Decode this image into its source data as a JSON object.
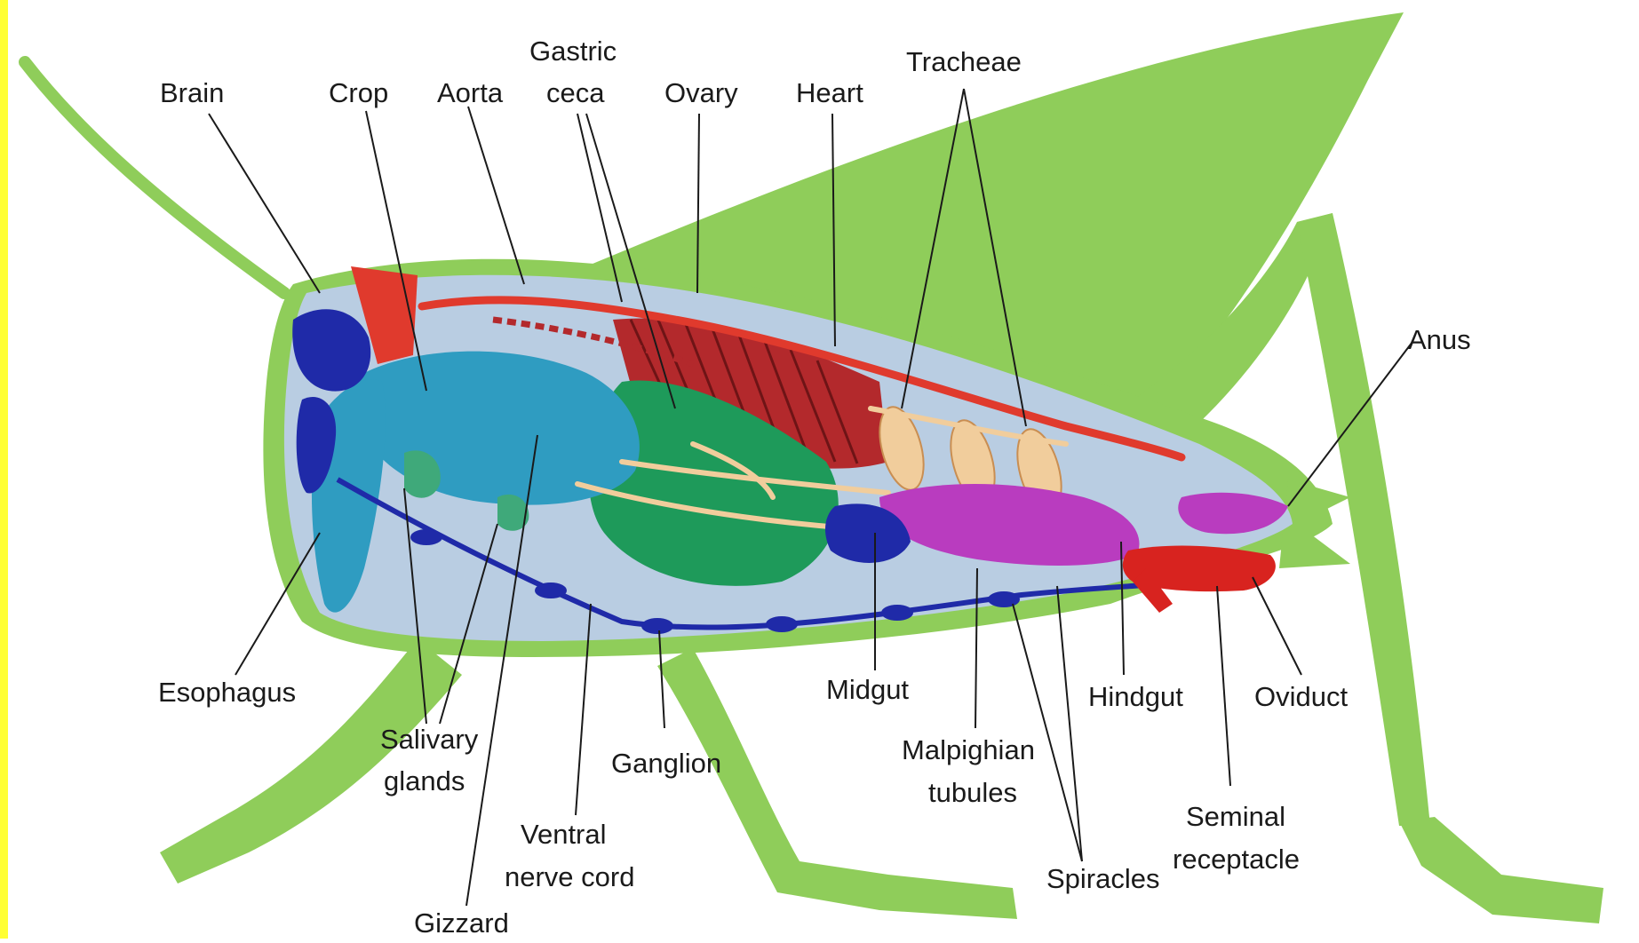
{
  "colors": {
    "background": "#ffffff",
    "left_edge": "#ffff33",
    "silhouette": "#8fcd5a",
    "body_cavity": "#b9cde2",
    "nervous_system": "#1f2aa8",
    "crop": "#2f9cc1",
    "gastric_ceca": "#1e9a5a",
    "muscle": "#b3292c",
    "aorta": "#e03a2d",
    "trachea": "#f1cd9c",
    "hindgut": "#b93cbf",
    "oviduct": "#d8231f",
    "label_text": "#1a1a1a"
  },
  "labels": {
    "brain": "Brain",
    "crop": "Crop",
    "aorta": "Aorta",
    "gastric_ceca": [
      "Gastric",
      "ceca"
    ],
    "ovary": "Ovary",
    "heart": "Heart",
    "tracheae": "Tracheae",
    "anus": "Anus",
    "esophagus": "Esophagus",
    "salivary_glands": [
      "Salivary",
      "glands"
    ],
    "gizzard": "Gizzard",
    "ventral_nerve_cord": [
      "Ventral",
      "nerve cord"
    ],
    "ganglion": "Ganglion",
    "midgut": "Midgut",
    "malpighian_tubules": [
      "Malpighian",
      "tubules"
    ],
    "hindgut": "Hindgut",
    "spiracles": "Spiracles",
    "oviduct": "Oviduct",
    "seminal_receptacle": [
      "Seminal",
      "receptacle"
    ]
  }
}
